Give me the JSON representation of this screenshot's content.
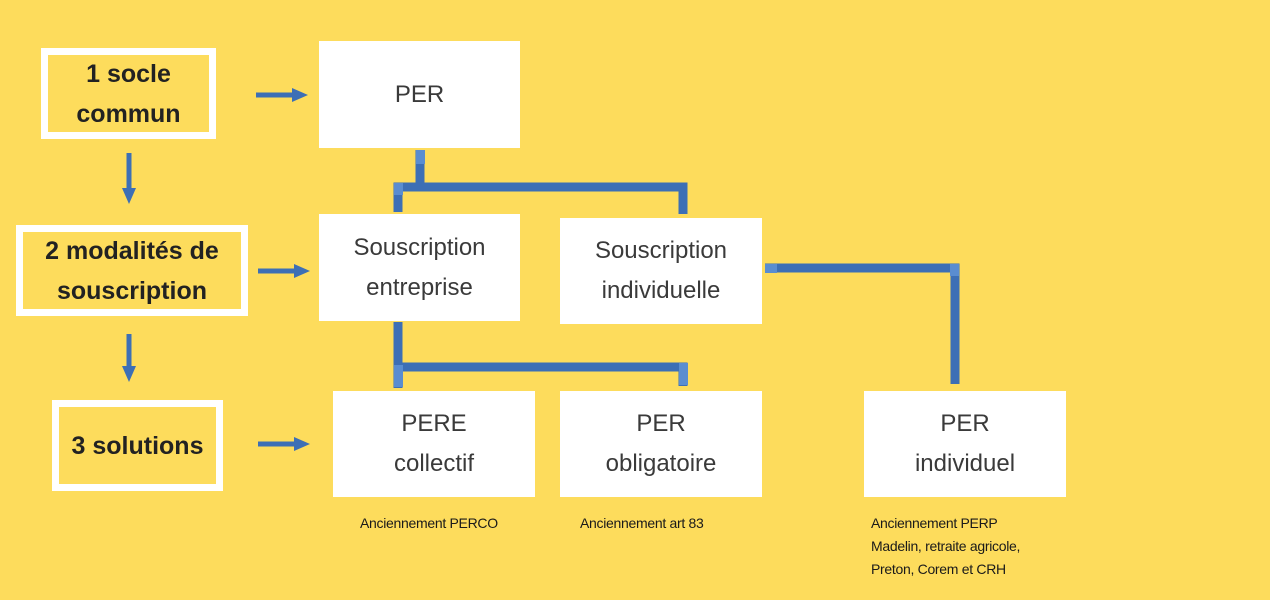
{
  "colors": {
    "background": "#fddc5c",
    "connector": "#3d6fb5",
    "connector_joint": "#5a8dd0",
    "box": "#ffffff",
    "level_text": "#222222",
    "node_text": "#3a3a3a"
  },
  "levels": [
    {
      "label": "1 socle\ncommun"
    },
    {
      "label": "2 modalités de\nsouscription"
    },
    {
      "label": "3 solutions"
    }
  ],
  "nodes": {
    "per": {
      "label": "PER"
    },
    "souscription_entreprise": {
      "label": "Souscription\nentreprise"
    },
    "souscription_individuelle": {
      "label": "Souscription\nindividuelle"
    },
    "pere_collectif": {
      "label": "PERE\ncollectif"
    },
    "per_obligatoire": {
      "label": "PER\nobligatoire"
    },
    "per_individuel": {
      "label": "PER\nindividuel"
    }
  },
  "notes": {
    "pere_collectif": "Anciennement PERCO",
    "per_obligatoire": "Anciennement art 83",
    "per_individuel": "Anciennement PERP\nMadelin, retraite agricole,\nPreton, Corem et CRH"
  },
  "icons": {
    "arrow_right": "arrow-right-icon",
    "arrow_down": "arrow-down-icon"
  }
}
